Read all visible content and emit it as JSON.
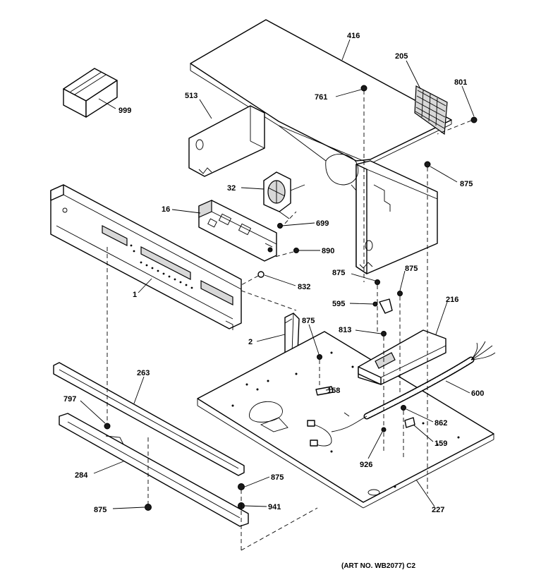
{
  "callouts": [
    {
      "id": "c416",
      "text": "416"
    },
    {
      "id": "c205",
      "text": "205"
    },
    {
      "id": "c801",
      "text": "801"
    },
    {
      "id": "c761",
      "text": "761"
    },
    {
      "id": "c513",
      "text": "513"
    },
    {
      "id": "c999",
      "text": "999"
    },
    {
      "id": "c875a",
      "text": "875"
    },
    {
      "id": "c32",
      "text": "32"
    },
    {
      "id": "c16",
      "text": "16"
    },
    {
      "id": "c699",
      "text": "699"
    },
    {
      "id": "c890",
      "text": "890"
    },
    {
      "id": "c1",
      "text": "1"
    },
    {
      "id": "c832",
      "text": "832"
    },
    {
      "id": "c875b",
      "text": "875"
    },
    {
      "id": "c875c",
      "text": "875"
    },
    {
      "id": "c595",
      "text": "595"
    },
    {
      "id": "c216",
      "text": "216"
    },
    {
      "id": "c875d",
      "text": "875"
    },
    {
      "id": "c813",
      "text": "813"
    },
    {
      "id": "c2",
      "text": "2"
    },
    {
      "id": "c263",
      "text": "263"
    },
    {
      "id": "c158",
      "text": "158"
    },
    {
      "id": "c600",
      "text": "600"
    },
    {
      "id": "c797",
      "text": "797"
    },
    {
      "id": "c862",
      "text": "862"
    },
    {
      "id": "c159",
      "text": "159"
    },
    {
      "id": "c926",
      "text": "926"
    },
    {
      "id": "c284",
      "text": "284"
    },
    {
      "id": "c875e",
      "text": "875"
    },
    {
      "id": "c941",
      "text": "941"
    },
    {
      "id": "c875f",
      "text": "875"
    },
    {
      "id": "c227",
      "text": "227"
    }
  ],
  "art_number": "(ART NO. WB2077) C2"
}
